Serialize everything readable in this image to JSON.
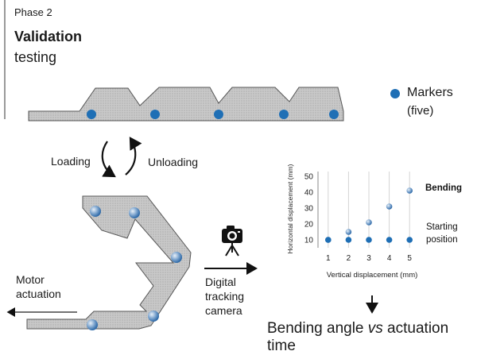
{
  "header": {
    "phase": "Phase 2",
    "title_bold": "Validation",
    "title_light": "testing"
  },
  "legend": {
    "marker_label": "Markers",
    "marker_sub": "(five)",
    "marker_color": "#1f6fb5"
  },
  "cycle": {
    "loading": "Loading",
    "unloading": "Unloading"
  },
  "actuation": {
    "line1": "Motor",
    "line2": "actuation"
  },
  "camera": {
    "icon": "camera-on-tripod-icon",
    "line1": "Digital",
    "line2": "tracking",
    "line3": "camera"
  },
  "chart_data": {
    "type": "scatter",
    "xlabel": "Vertical displacement (mm)",
    "ylabel": "Horizontal displacement (mm)",
    "x_ticks": [
      1,
      2,
      3,
      4,
      5
    ],
    "y_ticks": [
      10,
      20,
      30,
      40,
      50
    ],
    "xlim": [
      0.5,
      5.5
    ],
    "ylim": [
      5,
      50
    ],
    "grid": "vertical",
    "series": [
      {
        "name": "Bending",
        "x": [
          1,
          2,
          3,
          4,
          5
        ],
        "y": [
          10,
          15,
          21,
          31,
          41
        ],
        "style": "gradient"
      },
      {
        "name": "Starting position",
        "x": [
          1,
          2,
          3,
          4,
          5
        ],
        "y": [
          10,
          10,
          10,
          10,
          10
        ],
        "style": "solid"
      }
    ],
    "annotations": {
      "bending": "Bending",
      "start_line1": "Starting",
      "start_line2": "position"
    }
  },
  "conclusion": {
    "before": "Bending angle ",
    "vs": "vs",
    "after": " actuation time"
  }
}
